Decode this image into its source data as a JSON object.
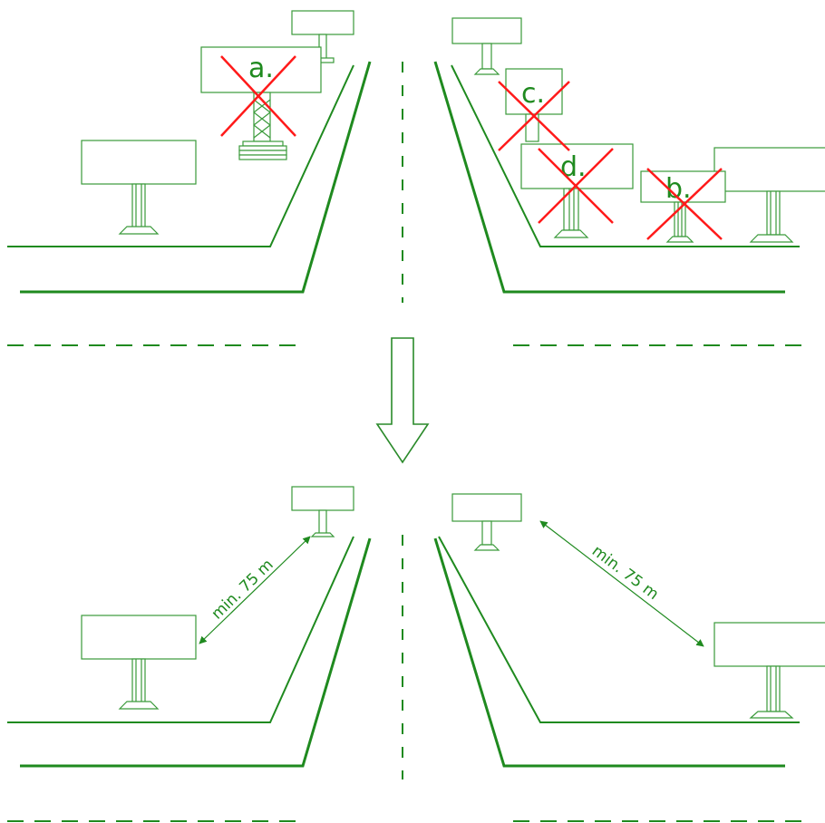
{
  "top_panel": {
    "forbidden_labels": {
      "a": "a.",
      "b": "b.",
      "c": "c.",
      "d": "d."
    }
  },
  "bottom_panel": {
    "distance_left": "min. 75 m",
    "distance_right": "min. 75 m"
  },
  "colors": {
    "road": "#1f8a1f",
    "sign": "#3a9a3a",
    "cross": "#ff1a1a",
    "arrow": "#2a8a2a",
    "label": "#1f8a1f"
  },
  "icons": [
    "big-down-arrow-icon",
    "cross-mark-icon",
    "billboard-icon",
    "double-arrow-icon"
  ]
}
